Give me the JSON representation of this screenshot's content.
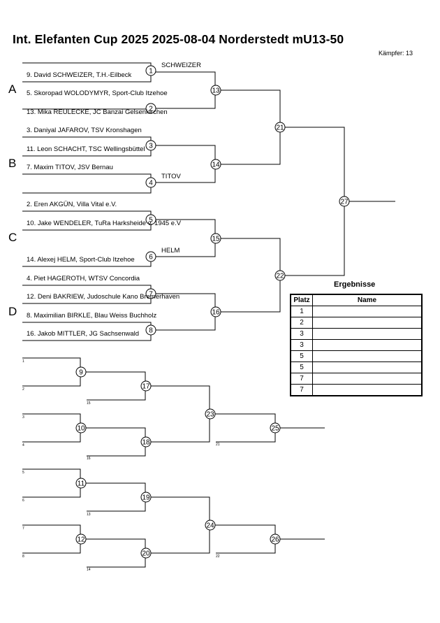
{
  "header": {
    "title": "Int. Elefanten Cup 2025  2025-08-04  Norderstedt   mU13-50",
    "fighters": "Kämpfer: 13"
  },
  "pools": [
    "A",
    "B",
    "C",
    "D"
  ],
  "entries": [
    "9. David SCHWEIZER, T.H.-Eilbeck",
    "5. Skoropad WOLODYMYR, Sport-Club Itzehoe",
    "13. Mika REULECKE, JC Banzai Gelsenkirchen",
    "3. Daniyal JAFAROV, TSV Kronshagen",
    "11. Leon SCHACHT, TSC Wellingsbüttel",
    "7. Maxim TITOV, JSV Bernau",
    "2. Eren AKGÜN, Villa Vital e.V.",
    "10. Jake WENDELER, TuRa Harksheide v. 1945 e.V",
    "14. Alexej HELM, Sport-Club Itzehoe",
    "4. Piet HAGEROTH, WTSV Concordia",
    "12. Deni BAKRIEW, Judoschule Kano Bremerhaven",
    "8. Maximilian BIRKLE, Blau Weiss Buchholz",
    "16. Jakob MITTLER, JG Sachsenwald"
  ],
  "winners": {
    "fight1": "SCHWEIZER",
    "fight4": "TITOV",
    "fight6": "HELM"
  },
  "main_fights": [
    "1",
    "2",
    "3",
    "4",
    "5",
    "6",
    "7",
    "8",
    "13",
    "14",
    "15",
    "16",
    "21",
    "22",
    "27"
  ],
  "repechage_fights": [
    "9",
    "10",
    "11",
    "12",
    "17",
    "18",
    "19",
    "20",
    "23",
    "24",
    "25",
    "26"
  ],
  "repechage_labels": [
    "1",
    "2",
    "15",
    "3",
    "4",
    "16",
    "21",
    "5",
    "6",
    "13",
    "7",
    "8",
    "14",
    "22"
  ],
  "results": {
    "title": "Ergebnisse",
    "col_place": "Platz",
    "col_name": "Name",
    "places": [
      "1",
      "2",
      "3",
      "3",
      "5",
      "5",
      "7",
      "7"
    ]
  }
}
